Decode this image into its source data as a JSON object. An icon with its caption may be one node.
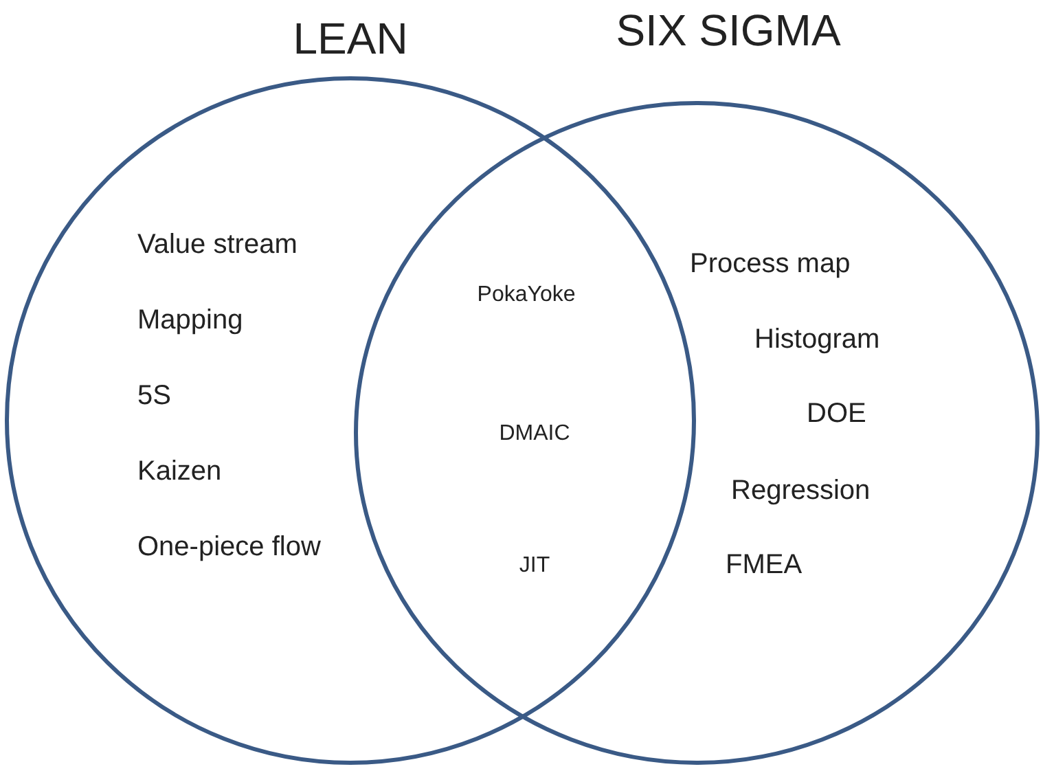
{
  "diagram": {
    "nodes": [
      {
        "text": [
          "LEAN",
          "Value stream",
          "Mapping",
          "5S",
          "Kaizen",
          "One-piece flow"
        ]
      },
      {
        "text": [
          "SIX SIGMA",
          "Process map",
          "Histogram",
          "DOE",
          "Regression",
          "FMEA"
        ]
      }
    ],
    "labels": [
      "PokaYoke",
      "DMAIC",
      "JIT"
    ]
  }
}
